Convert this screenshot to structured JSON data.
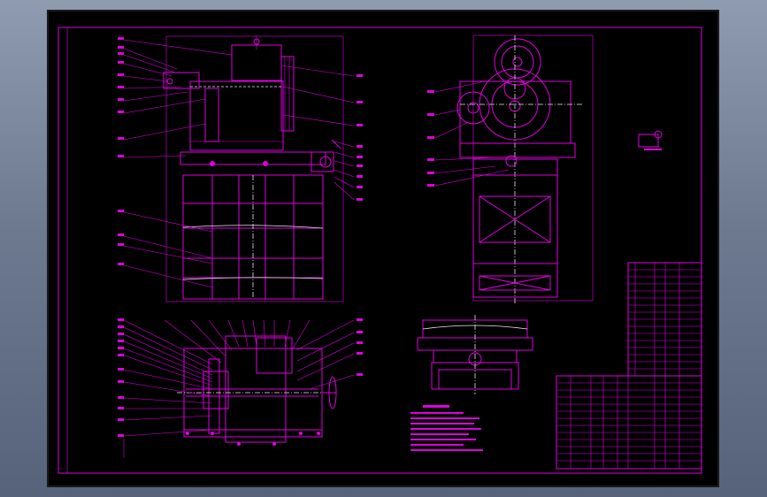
{
  "drawing": {
    "colors": {
      "background": "#000000",
      "line": "#e000e0",
      "detail": "#e8e8e8",
      "outer_bg": "#6d7a90"
    },
    "views": [
      "front-elevation",
      "side-elevation",
      "plan-section",
      "detail-section",
      "small-detail"
    ],
    "icons": [
      "handwheel-icon",
      "pulley-icon",
      "motor-icon"
    ]
  }
}
